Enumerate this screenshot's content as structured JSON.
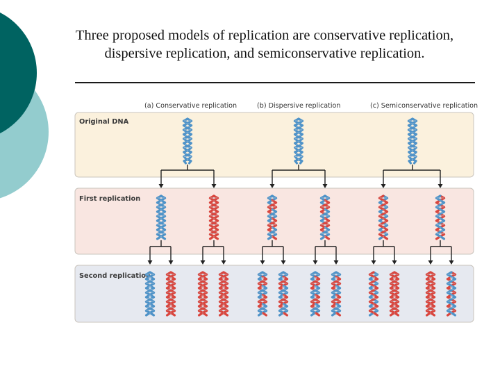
{
  "slide": {
    "title": "Three proposed models of replication are conservative replication, dispersive replication, and semiconservative replication."
  },
  "figure": {
    "columns": [
      {
        "id": "conservative",
        "label": "(a)  Conservative replication"
      },
      {
        "id": "dispersive",
        "label": "(b)  Dispersive replication"
      },
      {
        "id": "semiconservative",
        "label": "(c)  Semiconservative replication"
      }
    ],
    "rows": [
      {
        "id": "original",
        "label": "Original DNA",
        "color": "#fbf1dd"
      },
      {
        "id": "first",
        "label": "First replication",
        "color": "#f9e6e1"
      },
      {
        "id": "second",
        "label": "Second replication",
        "color": "#e6e9f0"
      }
    ],
    "strand_colors": {
      "original": "#4f93c8",
      "new": "#d9463e"
    },
    "arrow_color": "#222222",
    "decor_colors": {
      "dark": "#006361",
      "light": "#93ccce"
    }
  }
}
